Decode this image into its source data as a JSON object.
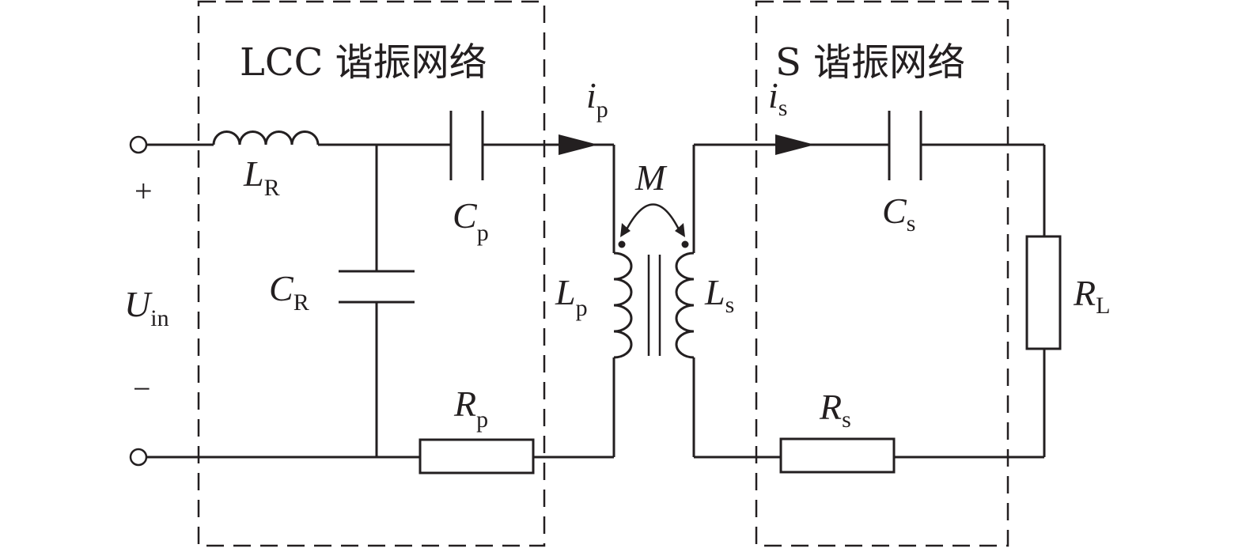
{
  "regions": {
    "primary_title": "LCC 谐振网络",
    "secondary_title": "S 谐振网络"
  },
  "source": {
    "plus": "+",
    "minus": "−",
    "voltage_main": "U",
    "voltage_sub": "in"
  },
  "components": {
    "LR": {
      "main": "L",
      "sub": "R"
    },
    "CR": {
      "main": "C",
      "sub": "R"
    },
    "Cp": {
      "main": "C",
      "sub": "p"
    },
    "Rp": {
      "main": "R",
      "sub": "p"
    },
    "Lp": {
      "main": "L",
      "sub": "p"
    },
    "Ls": {
      "main": "L",
      "sub": "s"
    },
    "Cs": {
      "main": "C",
      "sub": "s"
    },
    "Rs": {
      "main": "R",
      "sub": "s"
    },
    "RL": {
      "main": "R",
      "sub": "L"
    },
    "M": "M"
  },
  "currents": {
    "ip": {
      "main": "i",
      "sub": "p"
    },
    "is": {
      "main": "i",
      "sub": "s"
    }
  }
}
